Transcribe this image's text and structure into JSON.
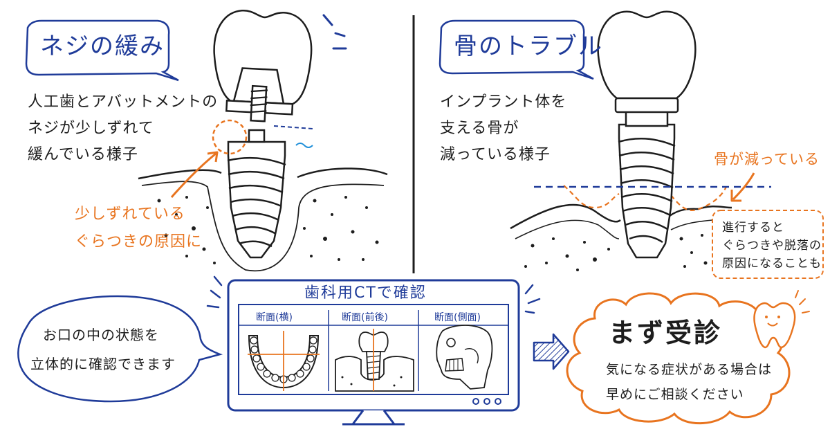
{
  "left_panel": {
    "title": "ネジの緩み",
    "desc_lines": [
      "人工歯とアバットメントの",
      "ネジが少しずれて",
      "緩んでいる様子"
    ],
    "callout_lines": [
      "少しずれている",
      "ぐらつきの原因に"
    ]
  },
  "right_panel": {
    "title": "骨のトラブル",
    "desc_lines": [
      "インプラント体を",
      "支える骨が",
      "減っている様子"
    ],
    "bone_label": "骨が減っている",
    "note_lines": [
      "進行すると",
      "ぐらつきや脱落の",
      "原因になることも"
    ]
  },
  "ct_panel": {
    "speech_lines": [
      "お口の中の状態を",
      "立体的に確認できます"
    ],
    "monitor_title": "歯科用CTで確認",
    "views": [
      "断面(横)",
      "断面(前後)",
      "断面(側面)"
    ]
  },
  "consult": {
    "title": "まず受診",
    "lines": [
      "気になる症状がある場合は",
      "早めにご相談ください"
    ]
  },
  "colors": {
    "ink": "#1d1d1d",
    "blue": "#1f3b99",
    "orange": "#e8741f"
  }
}
